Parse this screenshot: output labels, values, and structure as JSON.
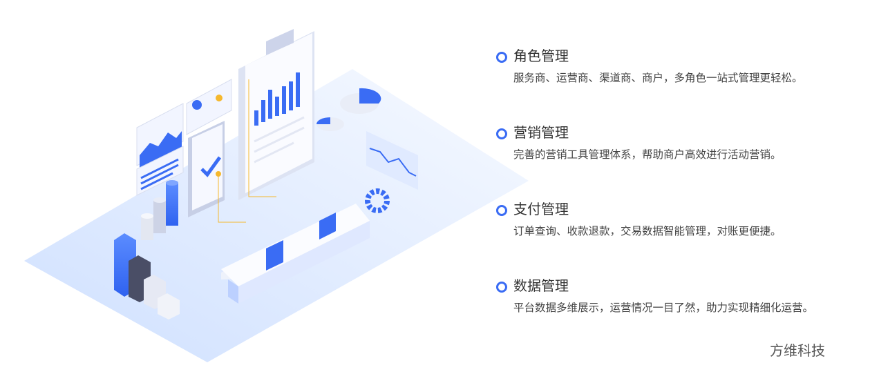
{
  "features": [
    {
      "icon": "ring-bullet-icon",
      "title": "角色管理",
      "desc": "服务商、运营商、渠道商、商户，多角色一站式管理更轻松。"
    },
    {
      "icon": "ring-bullet-icon",
      "title": "营销管理",
      "desc": "完善的营销工具管理体系，帮助商户高效进行活动营销。"
    },
    {
      "icon": "ring-bullet-icon",
      "title": "支付管理",
      "desc": "订单查询、收款退款，交易数据智能管理，对账更便捷。"
    },
    {
      "icon": "ring-bullet-icon",
      "title": "数据管理",
      "desc": "平台数据多维展示，运营情况一目了然，助力实现精细化运营。"
    }
  ],
  "watermark": "方维科技",
  "colors": {
    "accent": "#3a6cf4",
    "text": "#333333",
    "floor": "#e6efff"
  }
}
